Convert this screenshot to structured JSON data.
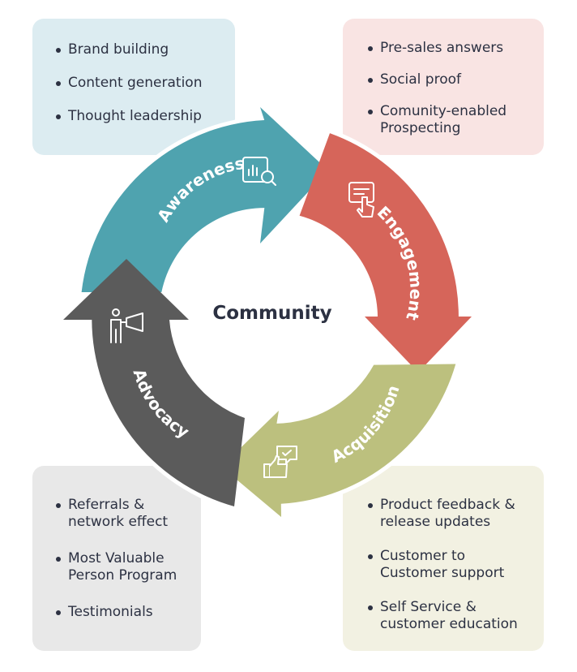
{
  "center": {
    "title": "Community"
  },
  "segments": {
    "awareness": {
      "label": "Awareness",
      "color": "#4fa3af",
      "icon": "chart-search-icon"
    },
    "engagement": {
      "label": "Engagement",
      "color": "#d6655a",
      "icon": "touch-screen-icon"
    },
    "acquisition": {
      "label": "Acquisition",
      "color": "#bcc07e",
      "icon": "thumbs-up-chat-icon"
    },
    "advocacy": {
      "label": "Advocacy",
      "color": "#5b5b5b",
      "icon": "megaphone-person-icon"
    }
  },
  "boxes": {
    "awareness": {
      "color": "#dcecf1",
      "items": [
        "Brand building",
        "Content generation",
        "Thought leadership"
      ]
    },
    "engagement": {
      "color": "#f9e4e3",
      "items": [
        "Pre-sales answers",
        "Social proof",
        "Comunity-enabled Prospecting"
      ]
    },
    "advocacy": {
      "color": "#e8e8e8",
      "items": [
        "Referrals & network effect",
        "Most Valuable Person Program",
        "Testimonials"
      ]
    },
    "acquisition": {
      "color": "#f2f1e2",
      "items": [
        "Product feedback & release updates",
        "Customer to Customer support",
        "Self Service & customer education"
      ]
    }
  }
}
